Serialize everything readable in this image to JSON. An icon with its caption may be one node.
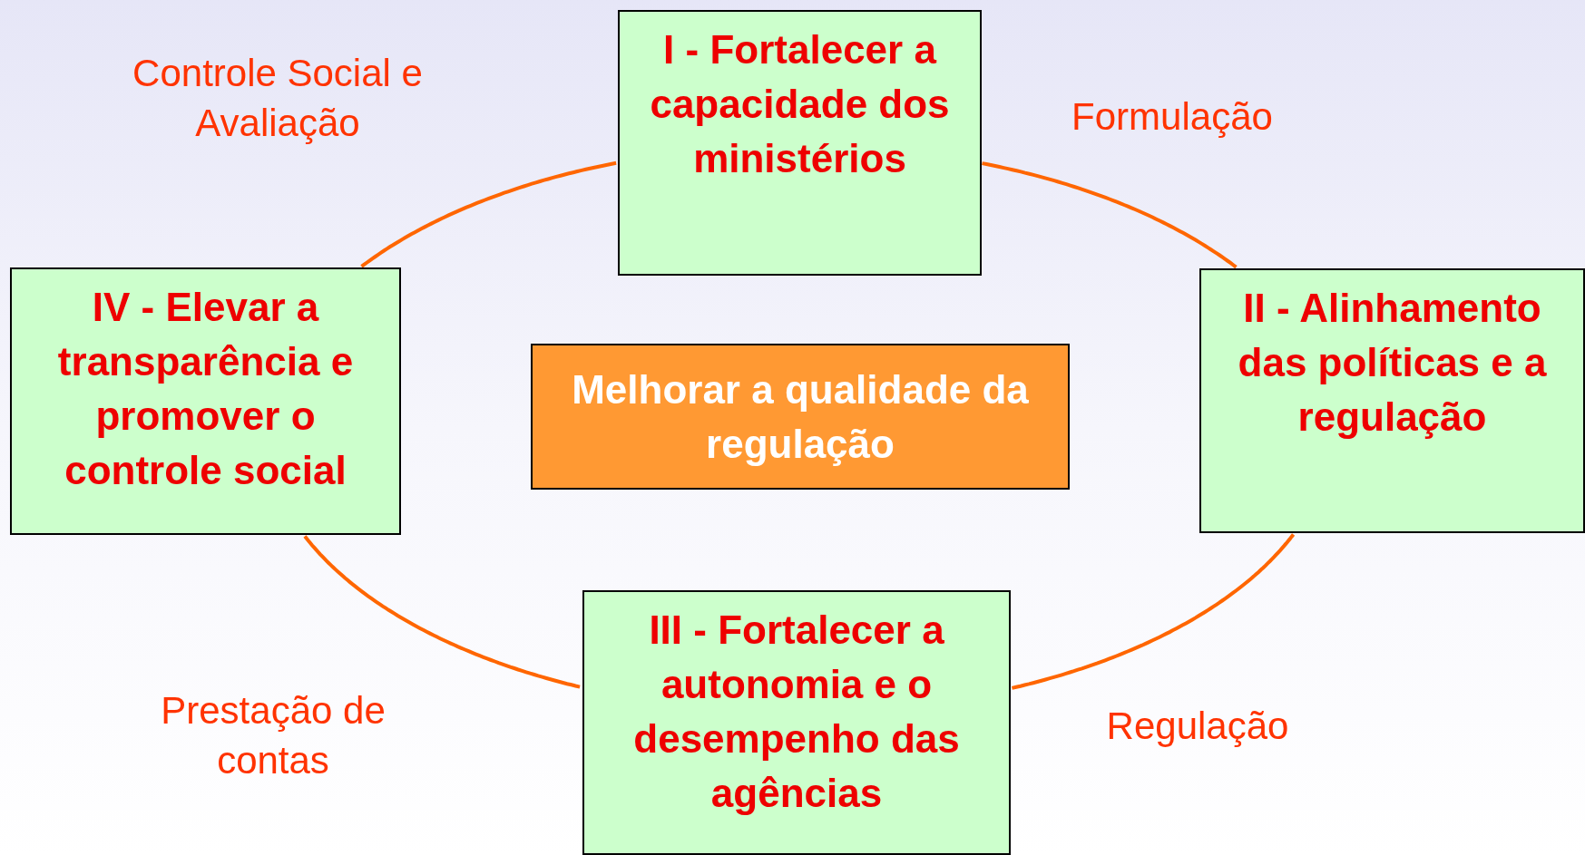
{
  "diagram": {
    "nodes": [
      {
        "text": [
          "I - Fortalecer a capacidade dos ministérios"
        ]
      },
      {
        "text": [
          "IV - Elevar a transparência e promover o controle social"
        ]
      },
      {
        "text": [
          "Melhorar a qualidade da regulação"
        ]
      },
      {
        "text": [
          "II - Alinhamento das políticas e a regulação"
        ]
      },
      {
        "text": [
          "III - Fortalecer a autonomia e o desempenho das agências"
        ]
      }
    ],
    "edges": [
      {
        "from": 0,
        "to": 3,
        "arrow": "none",
        "label": "Formulação"
      },
      {
        "from": 3,
        "to": 4,
        "arrow": "none",
        "label": "Regulação"
      },
      {
        "from": 4,
        "to": 1,
        "arrow": "none",
        "label": "Prestação de contas"
      },
      {
        "from": 1,
        "to": 0,
        "arrow": "none",
        "label": "Controle Social e Avaliação"
      }
    ]
  }
}
